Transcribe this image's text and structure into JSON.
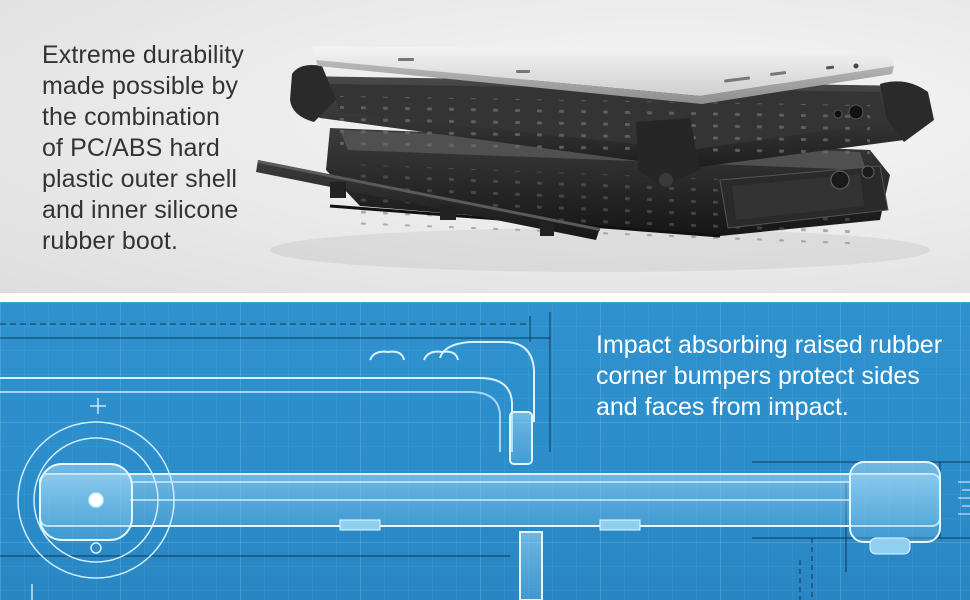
{
  "top_panel": {
    "caption_lines": [
      "Extreme durability",
      "made possible by",
      "the combination",
      "of PC/ABS hard",
      "plastic outer shell",
      "and inner silicone",
      "rubber boot."
    ]
  },
  "bottom_panel": {
    "caption_lines": [
      "Impact absorbing raised rubber",
      "corner bumpers protect sides",
      "and faces from impact."
    ]
  },
  "colors": {
    "top_background": "#e8e8e8",
    "blueprint_background": "#2d8fcc",
    "blueprint_line": "#bfe6fb",
    "caption_dark": "#333333",
    "caption_light": "#ffffff"
  },
  "icons": {
    "product_render": "tablet-case-exploded-view",
    "blueprint_drawing": "case-bumper-blueprint"
  }
}
